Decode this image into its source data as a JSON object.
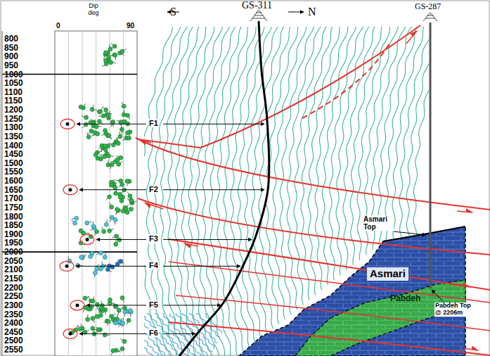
{
  "diagram": {
    "labels": [
      "Dip deg",
      "0",
      "90",
      "800",
      "850",
      "900",
      "950",
      "1000",
      "1050",
      "1100",
      "1150",
      "1200",
      "1250",
      "1300",
      "1350",
      "1400",
      "1450",
      "1500",
      "1550",
      "1600",
      "1650",
      "1700",
      "1750",
      "1800",
      "1850",
      "1900",
      "1950",
      "2000",
      "2050",
      "2100",
      "2150",
      "2200",
      "2250",
      "2300",
      "2350",
      "2400",
      "2450",
      "2500",
      "2550",
      "S",
      "N",
      "GS-311",
      "GS-287",
      "F1",
      "F2",
      "F3",
      "F4",
      "F5",
      "F6",
      "Asmari Top",
      "Asmari",
      "Pabdeh",
      "Pabdeh Top @ 2206m"
    ]
  }
}
